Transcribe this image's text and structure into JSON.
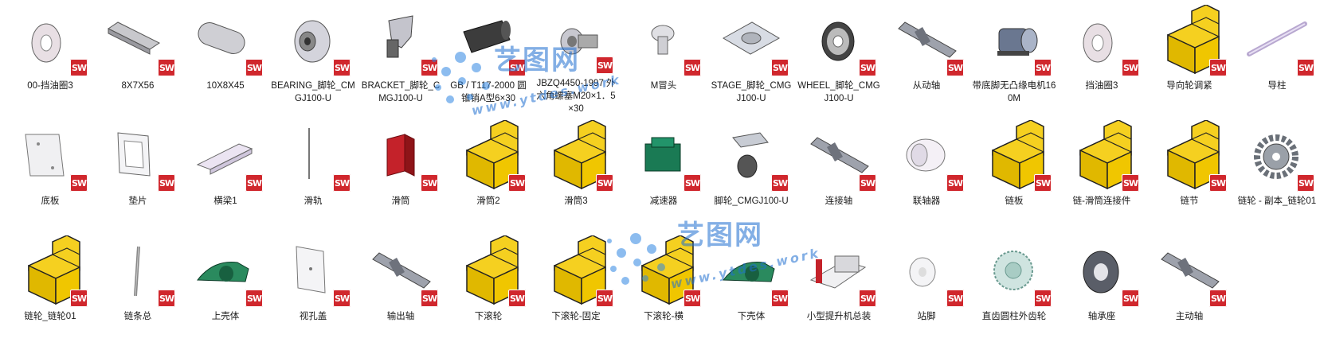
{
  "items": [
    {
      "label": "00-挡油圈3",
      "icon": "washer-icon"
    },
    {
      "label": "8X7X56",
      "icon": "key-bar-icon"
    },
    {
      "label": "10X8X45",
      "icon": "key-round-icon"
    },
    {
      "label": "BEARING_脚轮_CMGJ100-U",
      "icon": "bearing-icon"
    },
    {
      "label": "BRACKET_脚轮_CMGJ100-U",
      "icon": "bracket-icon"
    },
    {
      "label": "GB / T117-2000 圆锥销A型6×30",
      "icon": "pin-icon"
    },
    {
      "label": "JBZQ4450-1997 外六角螺塞M20×1．5×30",
      "icon": "plug-icon"
    },
    {
      "label": "M冒头",
      "icon": "knob-icon"
    },
    {
      "label": "STAGE_脚轮_CMGJ100-U",
      "icon": "plate-icon"
    },
    {
      "label": "WHEEL_脚轮_CMGJ100-U",
      "icon": "wheel-icon"
    },
    {
      "label": "从动轴",
      "icon": "shaft-icon"
    },
    {
      "label": "带底脚无凸缘电机160M",
      "icon": "motor-icon"
    },
    {
      "label": "挡油圈3",
      "icon": "washer-icon"
    },
    {
      "label": "导向轮调紧",
      "icon": "assembly-icon"
    },
    {
      "label": "导柱",
      "icon": "rod-icon"
    },
    {
      "label": "底板",
      "icon": "base-plate-icon"
    },
    {
      "label": "垫片",
      "icon": "gasket-icon"
    },
    {
      "label": "横梁1",
      "icon": "beam-icon"
    },
    {
      "label": "滑轨",
      "icon": "rail-icon"
    },
    {
      "label": "滑筒",
      "icon": "sleeve-icon"
    },
    {
      "label": "滑筒2",
      "icon": "assembly-icon"
    },
    {
      "label": "滑筒3",
      "icon": "assembly-icon"
    },
    {
      "label": "减速器",
      "icon": "gearbox-icon"
    },
    {
      "label": "脚轮_CMGJ100-U",
      "icon": "caster-icon"
    },
    {
      "label": "连接轴",
      "icon": "shaft-icon"
    },
    {
      "label": "联轴器",
      "icon": "coupling-icon"
    },
    {
      "label": "链板",
      "icon": "assembly-icon"
    },
    {
      "label": "链-滑筒连接件",
      "icon": "assembly-icon"
    },
    {
      "label": "链节",
      "icon": "assembly-icon"
    },
    {
      "label": "链轮 - 副本_链轮01",
      "icon": "sprocket-icon"
    },
    {
      "label": "链轮_链轮01",
      "icon": "assembly-icon"
    },
    {
      "label": "链条总",
      "icon": "chain-icon"
    },
    {
      "label": "上壳体",
      "icon": "housing-icon"
    },
    {
      "label": "视孔盖",
      "icon": "cover-icon"
    },
    {
      "label": "输出轴",
      "icon": "shaft-icon"
    },
    {
      "label": "下滚轮",
      "icon": "assembly-icon"
    },
    {
      "label": "下滚轮-固定",
      "icon": "assembly-icon"
    },
    {
      "label": "下滚轮-横",
      "icon": "assembly-icon"
    },
    {
      "label": "下壳体",
      "icon": "housing-icon"
    },
    {
      "label": "小型提升机总装",
      "icon": "elevator-icon"
    },
    {
      "label": "站脚",
      "icon": "foot-icon"
    },
    {
      "label": "直齿圆柱外齿轮",
      "icon": "gear-icon"
    },
    {
      "label": "轴承座",
      "icon": "bearing-seat-icon"
    },
    {
      "label": "主动轴",
      "icon": "shaft-icon"
    }
  ],
  "badge_text": "SW",
  "watermark": {
    "brand": "艺图网",
    "url": "www.ytdes.work"
  },
  "colors": {
    "badge": "#d0272d",
    "assembly": "#f5d020",
    "watermark": "#1f6fd1"
  }
}
